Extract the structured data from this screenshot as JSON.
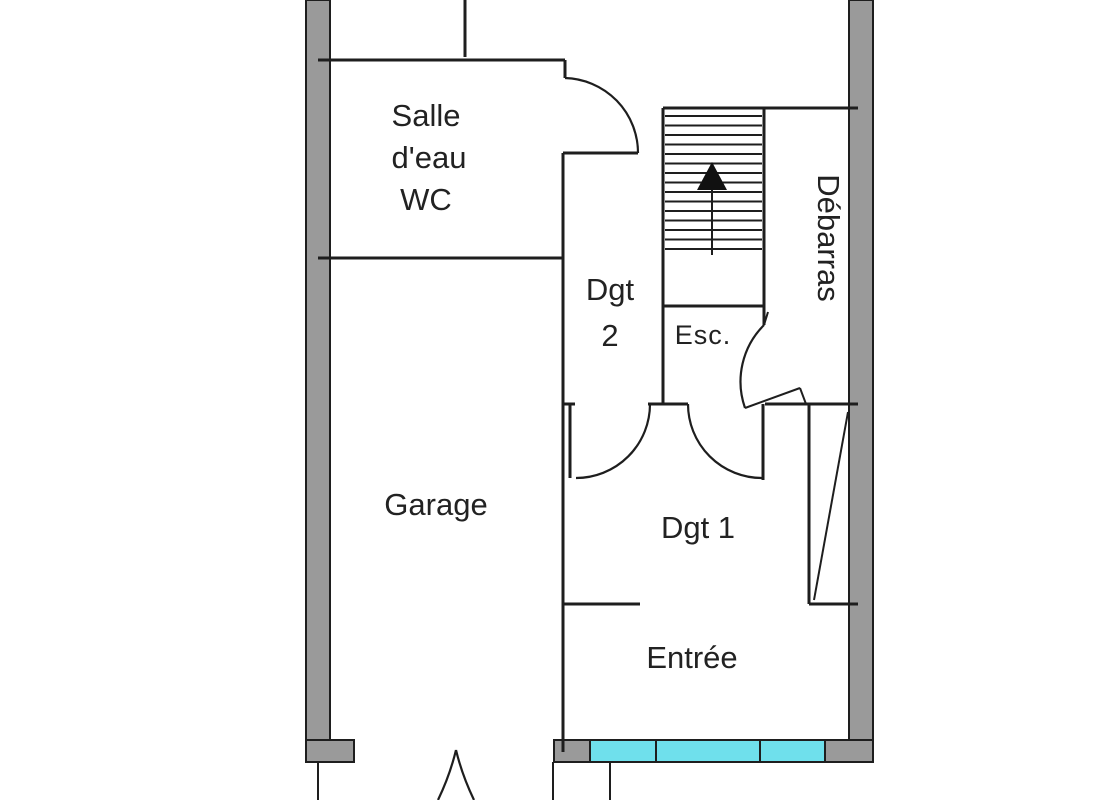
{
  "rooms": {
    "salle_line1": "Salle",
    "salle_line2": "d'eau",
    "salle_line3": "WC",
    "dgt2_line1": "Dgt",
    "dgt2_line2": "2",
    "escalier": "Esc.",
    "debarras": "Débarras",
    "garage": "Garage",
    "dgt1": "Dgt 1",
    "entree": "Entrée"
  },
  "colors": {
    "wall_fill": "#9a9a9a",
    "line": "#1e1e1e",
    "window_glass": "#6fe0ec",
    "background": "#ffffff"
  }
}
